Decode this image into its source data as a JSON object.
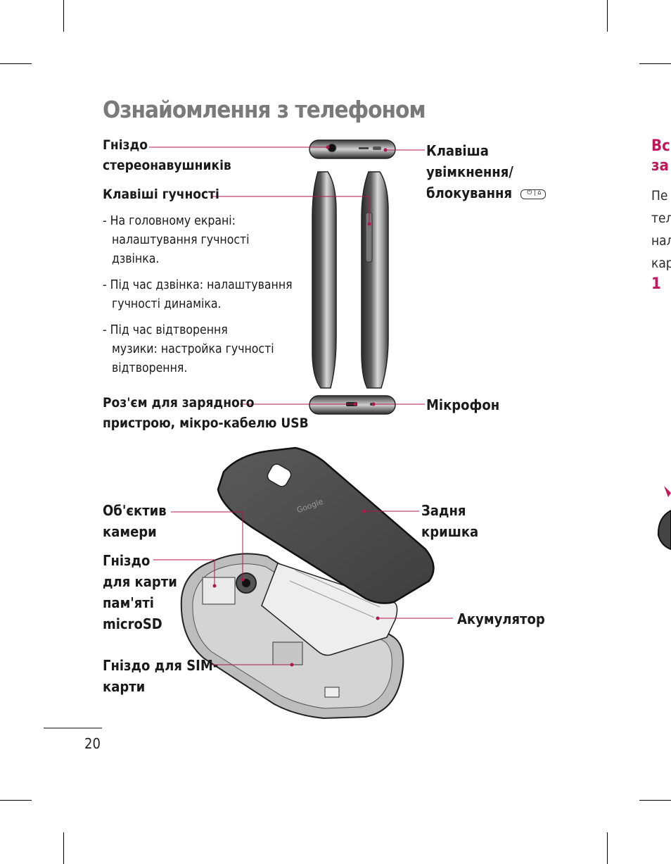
{
  "title": "Ознайомлення з телефоном",
  "labels": {
    "headset_jack": [
      "Гніздо",
      "стереонавушників"
    ],
    "volume_keys": "Клавіші гучності",
    "volume_bullets": [
      [
        "- На головному екрані:",
        "налаштування гучності",
        "дзвінка."
      ],
      [
        "- Під час дзвінка: налаштування",
        "гучності динаміка."
      ],
      [
        "- Під час відтворення",
        "музики: настройка гучності",
        "відтворення."
      ]
    ],
    "charger_port": [
      "Роз'єм для зарядного",
      "пристрою, мікро-кабелю USB"
    ],
    "power_key": [
      "Клавіша",
      "увімкнення/",
      "блокування"
    ],
    "microphone": "Мікрофон",
    "camera_lens": [
      "Об'єктив",
      "камери"
    ],
    "sd_slot": [
      "Гніздо",
      "для карти",
      "пам'яті",
      "microSD"
    ],
    "sim_slot": [
      "Гніздо для SIM-",
      "карти"
    ],
    "back_cover": [
      "Задня",
      "кришка"
    ],
    "battery": "Акумулятор"
  },
  "sidebar": {
    "heading": [
      "Вс",
      "за"
    ],
    "body": [
      "Пе",
      "тел",
      "нал",
      "кар"
    ],
    "step": "1"
  },
  "page_number": "20",
  "accent_color": "#c0185a"
}
